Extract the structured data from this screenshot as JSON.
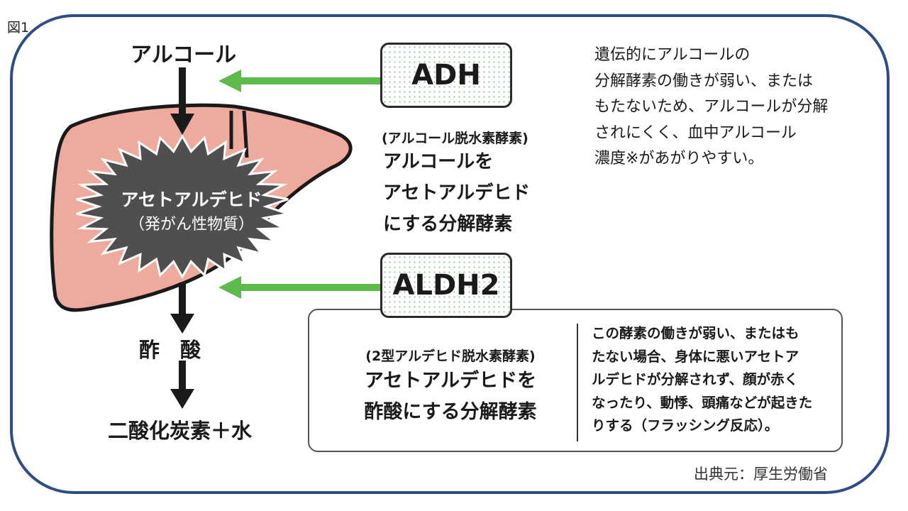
{
  "figure_label": "図1",
  "source": "出典元：厚生労働省",
  "flow": {
    "alcohol": "アルコール",
    "acetaldehyde": "アセトアルデヒド",
    "acetaldehyde_note": "（発がん性物質）",
    "acetic_acid": "酢　酸",
    "co2_water": "二酸化炭素＋水"
  },
  "adh": {
    "name": "ADH",
    "subtitle": "(アルコール脱水素酵素)",
    "description_lines": [
      "アルコールを",
      "アセトアルデヒド",
      "にする分解酵素"
    ],
    "note_lines": [
      "遺伝的にアルコールの",
      "分解酵素の働きが弱い、または",
      "もたないため、アルコールが分解",
      "されにくく、血中アルコール",
      "濃度※があがりやすい。"
    ]
  },
  "aldh2": {
    "name": "ALDH2",
    "subtitle": "(2型アルデヒド脱水素酵素)",
    "description_lines": [
      "アセトアルデヒドを",
      "酢酸にする分解酵素"
    ],
    "note_lines": [
      "この酵素の働きが弱い、またはも",
      "たない場合、身体に悪いアセトア",
      "ルデヒドが分解されず、顔が赤く",
      "なったり、動悸、頭痛などが起きた",
      "りする（フラッシング反応）。"
    ]
  },
  "colors": {
    "frame": "#2d4d86",
    "liver": "#eeaa9d",
    "burst": "#4f4f4f",
    "arrow_green": "#5dbb4b",
    "arrow_black": "#1a1a1a"
  },
  "icons": [
    "liver-icon",
    "burst-icon",
    "arrow-down-icon",
    "arrow-left-icon"
  ]
}
